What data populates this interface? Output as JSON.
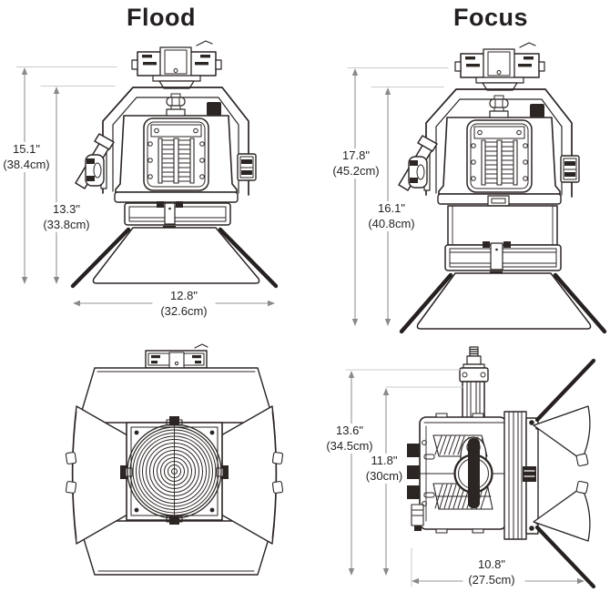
{
  "colors": {
    "ink": "#2b2523",
    "dim_line": "#949494",
    "dim_ref_line": "#cbcbcb",
    "arrowhead": "#8a8a8a",
    "text": "#231f20",
    "background": "#ffffff"
  },
  "views": {
    "flood": {
      "title": "Flood",
      "dimensions": {
        "overall_height": {
          "inches": "15.1\"",
          "cm": "(38.4cm)"
        },
        "body_height": {
          "inches": "13.3\"",
          "cm": "(33.8cm)"
        },
        "width": {
          "inches": "12.8\"",
          "cm": "(32.6cm)"
        }
      }
    },
    "focus": {
      "title": "Focus",
      "dimensions": {
        "overall_height": {
          "inches": "17.8\"",
          "cm": "(45.2cm)"
        },
        "body_height": {
          "inches": "16.1\"",
          "cm": "(40.8cm)"
        }
      }
    },
    "side": {
      "dimensions": {
        "overall_height": {
          "inches": "13.6\"",
          "cm": "(34.5cm)"
        },
        "body_height": {
          "inches": "11.8\"",
          "cm": "(30cm)"
        },
        "depth": {
          "inches": "10.8\"",
          "cm": "(27.5cm)"
        }
      }
    }
  }
}
